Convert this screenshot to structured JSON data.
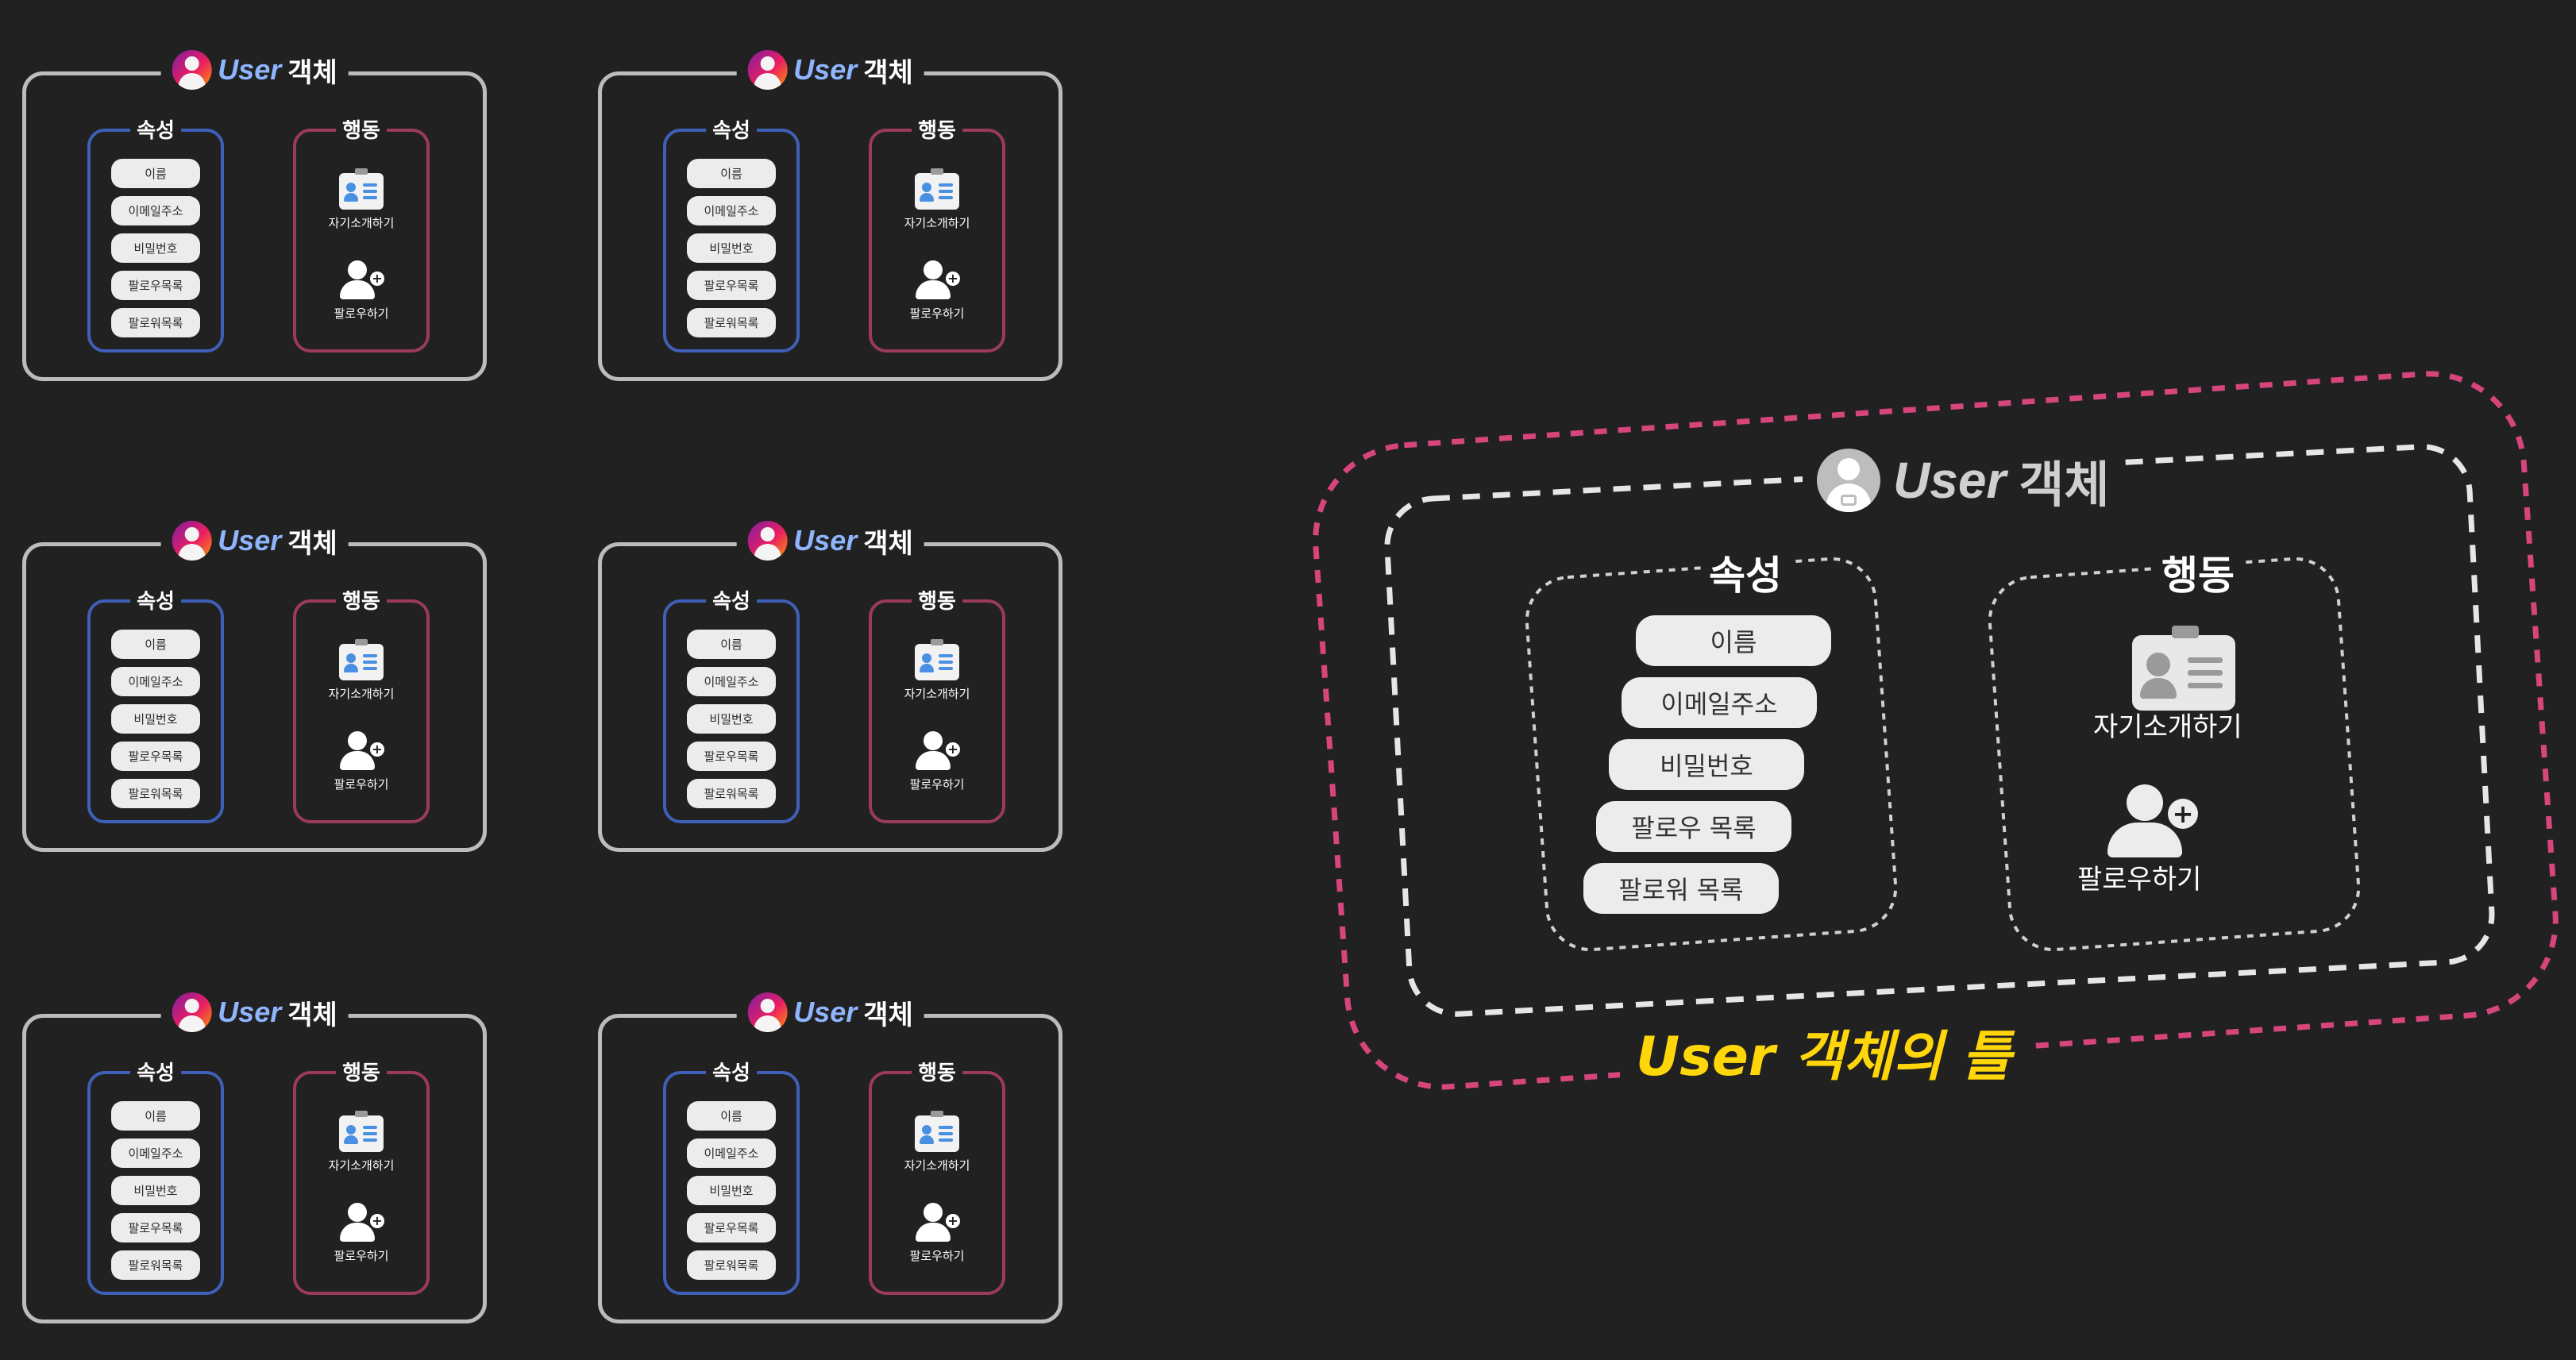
{
  "card": {
    "title_user": "User",
    "title_obj": "객체",
    "attr_label": "속성",
    "beh_label": "행동",
    "attrs": [
      "이름",
      "이메일주소",
      "비밀번호",
      "팔로우목록",
      "팔로워목록"
    ],
    "intro": "자기소개하기",
    "follow": "팔로우하기"
  },
  "big": {
    "title_user": "User",
    "title_obj": "객체",
    "attr_label": "속성",
    "beh_label": "행동",
    "attrs": [
      "이름",
      "이메일주소",
      "비밀번호",
      "팔로우 목록",
      "팔로워 목록"
    ],
    "intro": "자기소개하기",
    "follow": "팔로우하기",
    "caption": "User 객체의 틀"
  },
  "colors": {
    "background": "#212121",
    "attr_border": "#3f5fb8",
    "beh_border": "#9b3a5c",
    "outer_dashed": "#d6457c",
    "caption": "#ffd60a"
  },
  "icons": [
    "user-avatar-icon",
    "id-card-icon",
    "add-user-icon"
  ]
}
